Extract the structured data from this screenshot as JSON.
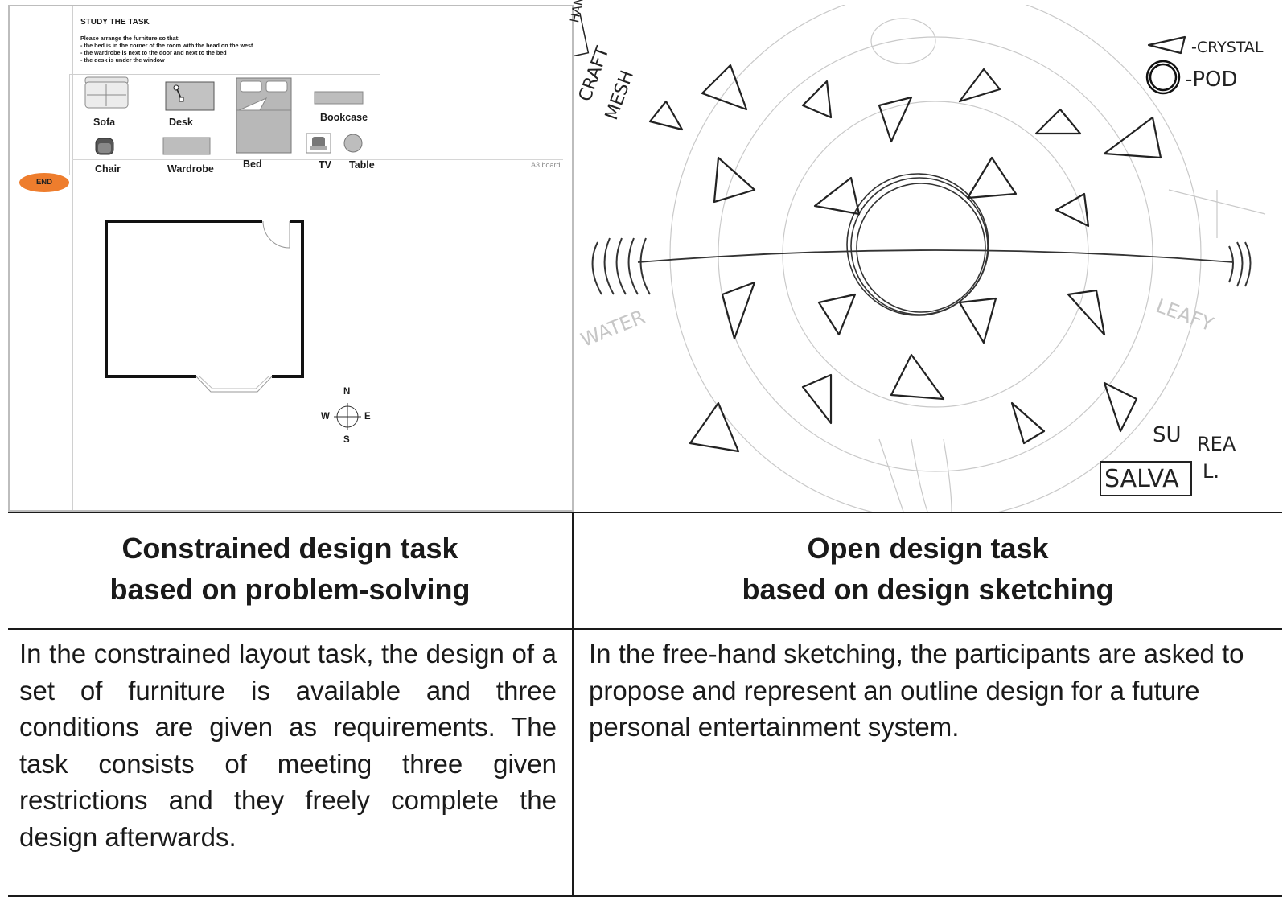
{
  "left_panel": {
    "task_title": "STUDY THE TASK",
    "instructions": [
      "Please arrange the furniture so that:",
      "- the bed is in the corner of the room with the head on the west",
      "- the wardrobe is next to the door and next to the bed",
      "- the desk is under the window"
    ],
    "furniture": {
      "sofa": "Sofa",
      "desk": "Desk",
      "bed": "Bed",
      "bookcase": "Bookcase",
      "chair": "Chair",
      "wardrobe": "Wardrobe",
      "tv": "TV",
      "table": "Table"
    },
    "end_button": "END",
    "board_label": "A3 board",
    "compass": {
      "n": "N",
      "s": "S",
      "e": "E",
      "w": "W"
    }
  },
  "right_panel": {
    "annotations": {
      "hand_craft": "HAND",
      "craft": "CRAFT",
      "mesh": "MESH",
      "crystal": "-CRYSTAL",
      "pod": "-POD",
      "water": "WATER",
      "leafy": "LEAFY",
      "surreal_su": "SU",
      "surreal_rea": "REA",
      "surreal_l": "L.",
      "salva": "SALVA"
    }
  },
  "table": {
    "left_heading": [
      "Constrained design task",
      "based on problem-solving"
    ],
    "right_heading": [
      "Open design task",
      "based on design sketching"
    ],
    "left_body": "In the constrained layout task, the design of a set of furniture is available and three conditions are given as requirements. The task consists of meeting three given restrictions and they freely complete the design afterwards.",
    "right_body": "In the free-hand sketching, the participants are asked to propose and represent an outline design for a future personal entertainment system."
  },
  "colors": {
    "end_button": "#ee7d2d",
    "rule": "#1a1a1a",
    "furniture_fill": "#bdbdbd"
  }
}
